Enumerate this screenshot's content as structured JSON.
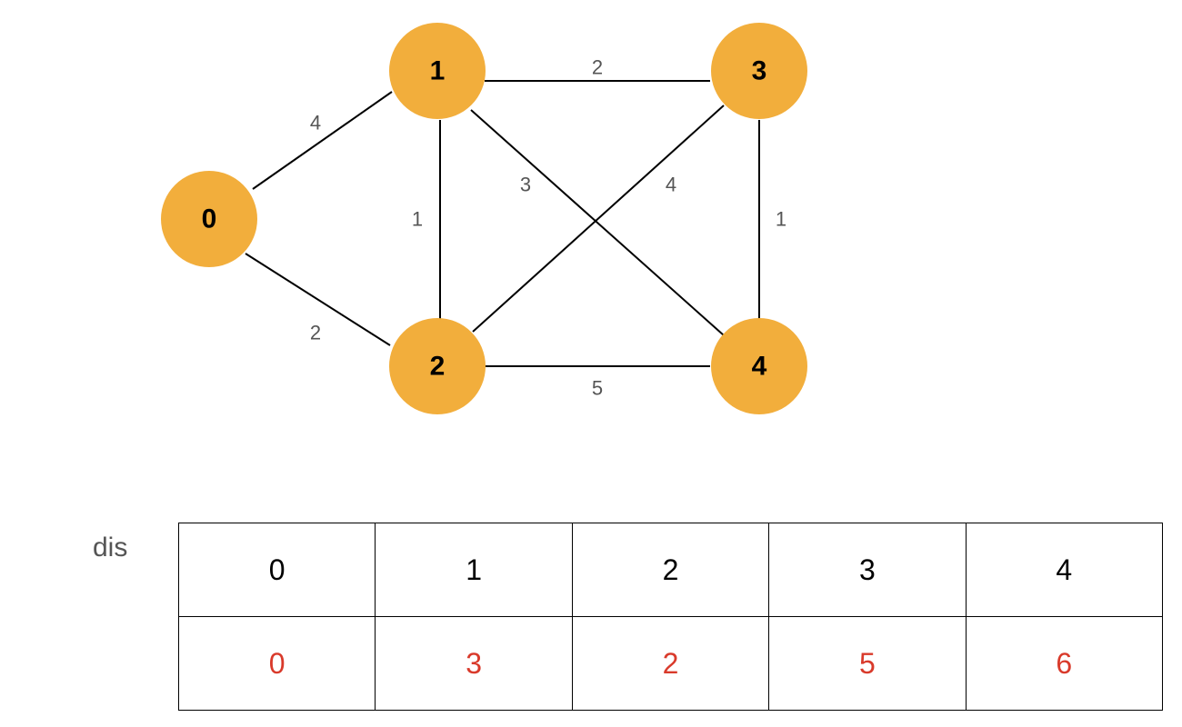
{
  "graph": {
    "node_color": "#f2ae3c",
    "edge_color": "#000000",
    "nodes": [
      {
        "id": "0"
      },
      {
        "id": "1"
      },
      {
        "id": "2"
      },
      {
        "id": "3"
      },
      {
        "id": "4"
      }
    ],
    "edges": [
      {
        "from": "0",
        "to": "1",
        "weight": "4"
      },
      {
        "from": "0",
        "to": "2",
        "weight": "2"
      },
      {
        "from": "1",
        "to": "2",
        "weight": "1"
      },
      {
        "from": "1",
        "to": "3",
        "weight": "2"
      },
      {
        "from": "1",
        "to": "4",
        "weight": "3"
      },
      {
        "from": "2",
        "to": "3",
        "weight": "4"
      },
      {
        "from": "2",
        "to": "4",
        "weight": "5"
      },
      {
        "from": "3",
        "to": "4",
        "weight": "1"
      }
    ]
  },
  "table": {
    "label": "dis",
    "value_color": "#d93a2b",
    "indices": [
      "0",
      "1",
      "2",
      "3",
      "4"
    ],
    "values": [
      "0",
      "3",
      "2",
      "5",
      "6"
    ]
  }
}
